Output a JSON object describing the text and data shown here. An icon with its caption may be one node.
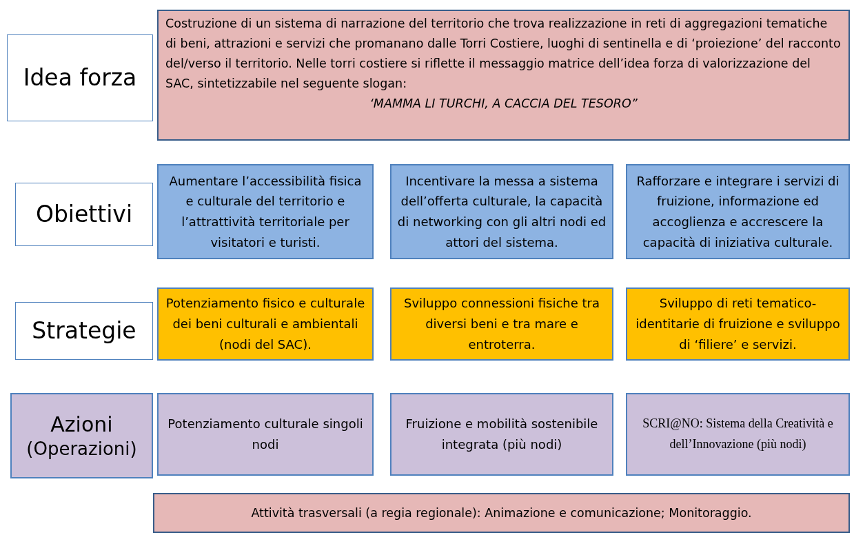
{
  "diagram": {
    "nodes": [
      {
        "text": [
          "Idea forza"
        ]
      },
      {
        "text": [
          "Costruzione di un sistema di narrazione del territorio che trova realizzazione in reti di aggregazioni tematiche di beni, attrazioni e servizi che promanano dalle Torri Costiere, luoghi di sentinella e di ‘proiezione’ del racconto del/verso il territorio. Nelle torri costiere si riflette il messaggio matrice dell’idea forza di valorizzazione del SAC, sintetizzabile nel seguente slogan:",
          "‘MAMMA LI TURCHI, A CACCIA DEL TESORO”"
        ]
      },
      {
        "text": [
          "Obiettivi"
        ]
      },
      {
        "text": [
          "Aumentare l’accessibilità fisica e culturale del territorio e l’attrattività territoriale per visitatori e turisti."
        ]
      },
      {
        "text": [
          "Incentivare la messa a sistema dell’offerta culturale, la capacità di networking con gli altri nodi ed attori del sistema."
        ]
      },
      {
        "text": [
          "Rafforzare e integrare i servizi di fruizione, informazione ed accoglienza e accrescere la capacità di iniziativa culturale."
        ]
      },
      {
        "text": [
          "Strategie"
        ]
      },
      {
        "text": [
          "Potenziamento fisico e culturale dei beni culturali e ambientali (nodi del SAC)."
        ]
      },
      {
        "text": [
          "Sviluppo connessioni fisiche tra diversi beni e tra mare e entroterra."
        ]
      },
      {
        "text": [
          "Sviluppo di reti tematico-identitarie di fruizione e sviluppo di ‘filiere’ e servizi."
        ]
      },
      {
        "text": [
          "Azioni",
          "(Operazioni)"
        ]
      },
      {
        "text": [
          "Potenziamento culturale singoli nodi"
        ]
      },
      {
        "text": [
          "Fruizione e mobilità sostenibile integrata (più nodi)"
        ]
      },
      {
        "text": [
          "SCRI@NO: Sistema della Creatività e dell’Innovazione (più nodi)"
        ]
      },
      {
        "text": [
          "Attività trasversali (a regia regionale): Animazione e comunicazione; Monitoraggio."
        ]
      }
    ]
  }
}
